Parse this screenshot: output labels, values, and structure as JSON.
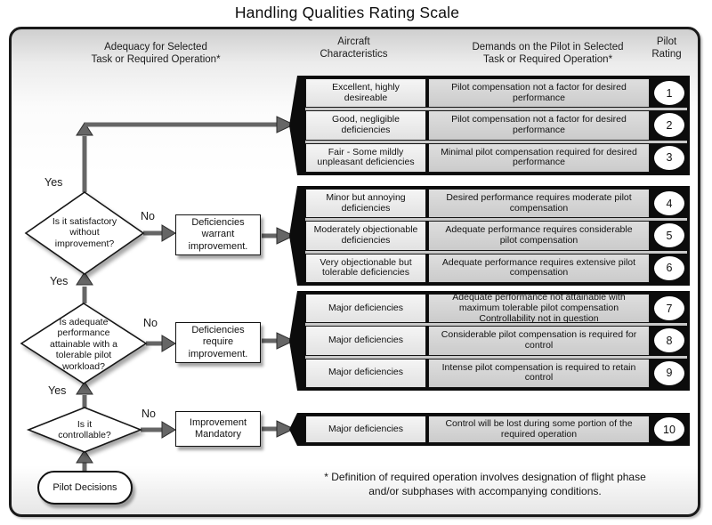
{
  "title": "Handling Qualities Rating Scale",
  "columns": {
    "adequacy": "Adequacy for Selected\nTask or Required  Operation*",
    "aircraft": "Aircraft\nCharacteristics",
    "demands": "Demands on the Pilot in Selected\nTask or Required Operation*",
    "rating": "Pilot\nRating"
  },
  "flow": {
    "yes_label": "Yes",
    "no_label": "No",
    "decisions": [
      {
        "question": "Is it satisfactory\nwithout\nimprovement?"
      },
      {
        "question": "Is adequate\nperformance\nattainable with a\ntolerable pilot\nworkload?"
      },
      {
        "question": "Is it\ncontrollable?"
      }
    ],
    "actions": [
      {
        "label": "Deficiencies\nwarrant\nimprovement."
      },
      {
        "label": "Deficiencies\nrequire\nimprovement."
      },
      {
        "label": "Improvement\nMandatory"
      }
    ],
    "start": "Pilot Decisions"
  },
  "groups": [
    {
      "rows": [
        {
          "characteristics": "Excellent, highly\ndesireable",
          "demands": "Pilot compensation not a factor for desired\nperformance",
          "rating": "1"
        },
        {
          "characteristics": "Good, negligible\ndeficiencies",
          "demands": "Pilot compensation not a factor for desired\nperformance",
          "rating": "2"
        },
        {
          "characteristics": "Fair - Some mildly\nunpleasant deficiencies",
          "demands": "Minimal pilot compensation required for desired\nperformance",
          "rating": "3"
        }
      ]
    },
    {
      "rows": [
        {
          "characteristics": "Minor but annoying\ndeficiencies",
          "demands": "Desired performance requires moderate pilot\ncompensation",
          "rating": "4"
        },
        {
          "characteristics": "Moderately objectionable\ndeficiencies",
          "demands": "Adequate performance requires considerable\npilot compensation",
          "rating": "5"
        },
        {
          "characteristics": "Very objectionable but\ntolerable deficiencies",
          "demands": "Adequate performance requires extensive pilot\ncompensation",
          "rating": "6"
        }
      ]
    },
    {
      "rows": [
        {
          "characteristics": "Major deficiencies",
          "demands": "Adequate performance not attainable with\nmaximum tolerable pilot compensation\nControllability not in question",
          "rating": "7"
        },
        {
          "characteristics": "Major deficiencies",
          "demands": "Considerable pilot compensation is required for\ncontrol",
          "rating": "8"
        },
        {
          "characteristics": "Major deficiencies",
          "demands": "Intense pilot compensation is required to retain\ncontrol",
          "rating": "9"
        }
      ]
    },
    {
      "rows": [
        {
          "characteristics": "Major deficiencies",
          "demands": "Control will be lost during some portion of the\nrequired operation",
          "rating": "10"
        }
      ]
    }
  ],
  "footnote": "* Definition of required operation involves designation of flight phase\nand/or subphases with accompanying conditions."
}
